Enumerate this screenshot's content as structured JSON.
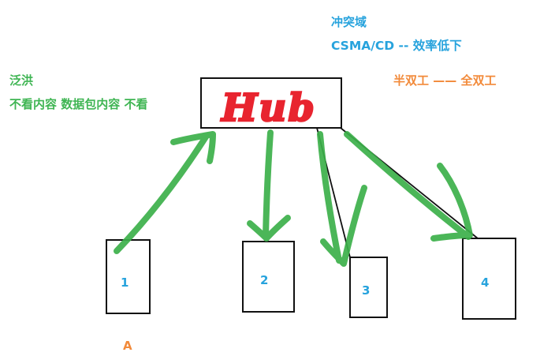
{
  "annotations": {
    "collision_domain": "冲突域",
    "csma_cd": "CSMA/CD -- 效率低下",
    "flooding": "泛洪",
    "flooding_desc": "不看内容 数据包内容 不看",
    "duplex": "半双工 —— 全双工",
    "host_a": "A"
  },
  "hub": {
    "label": "Hub"
  },
  "hosts": [
    {
      "label": "1"
    },
    {
      "label": "2"
    },
    {
      "label": "3"
    },
    {
      "label": "4"
    }
  ],
  "colors": {
    "blue_text": "#27a3dd",
    "green_text": "#3fb553",
    "orange_text": "#f28a3a",
    "arrow_green": "#3cb04a",
    "hub_red": "#e8242f"
  }
}
